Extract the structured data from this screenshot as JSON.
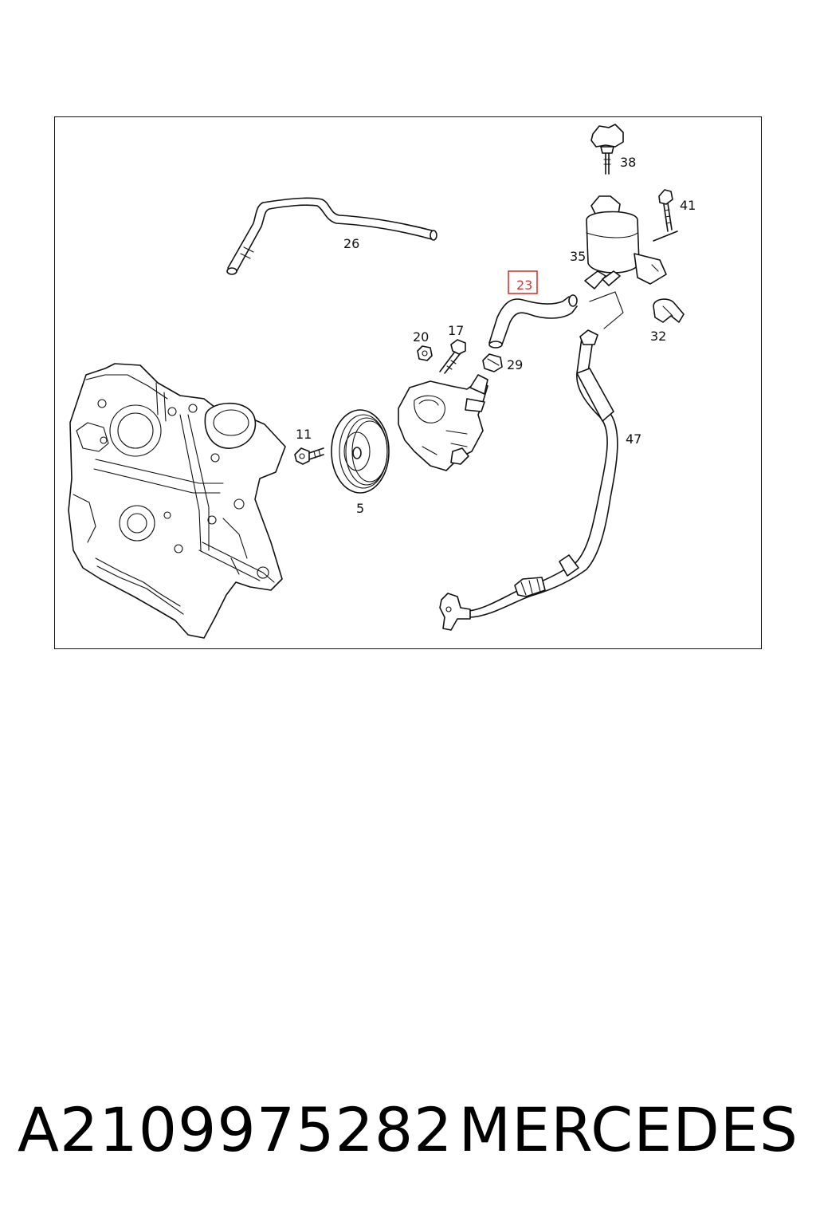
{
  "diagram": {
    "highlight_color": "#d23a3a",
    "highlighted_part": "23",
    "labels": {
      "p38": "38",
      "p41": "41",
      "p26": "26",
      "p35": "35",
      "p23": "23",
      "p32": "32",
      "p20": "20",
      "p17": "17",
      "p29": "29",
      "p11": "11",
      "p47": "47",
      "p5": "5"
    }
  },
  "footer": {
    "part_number": "A2109975282",
    "brand": "MERCEDES"
  }
}
